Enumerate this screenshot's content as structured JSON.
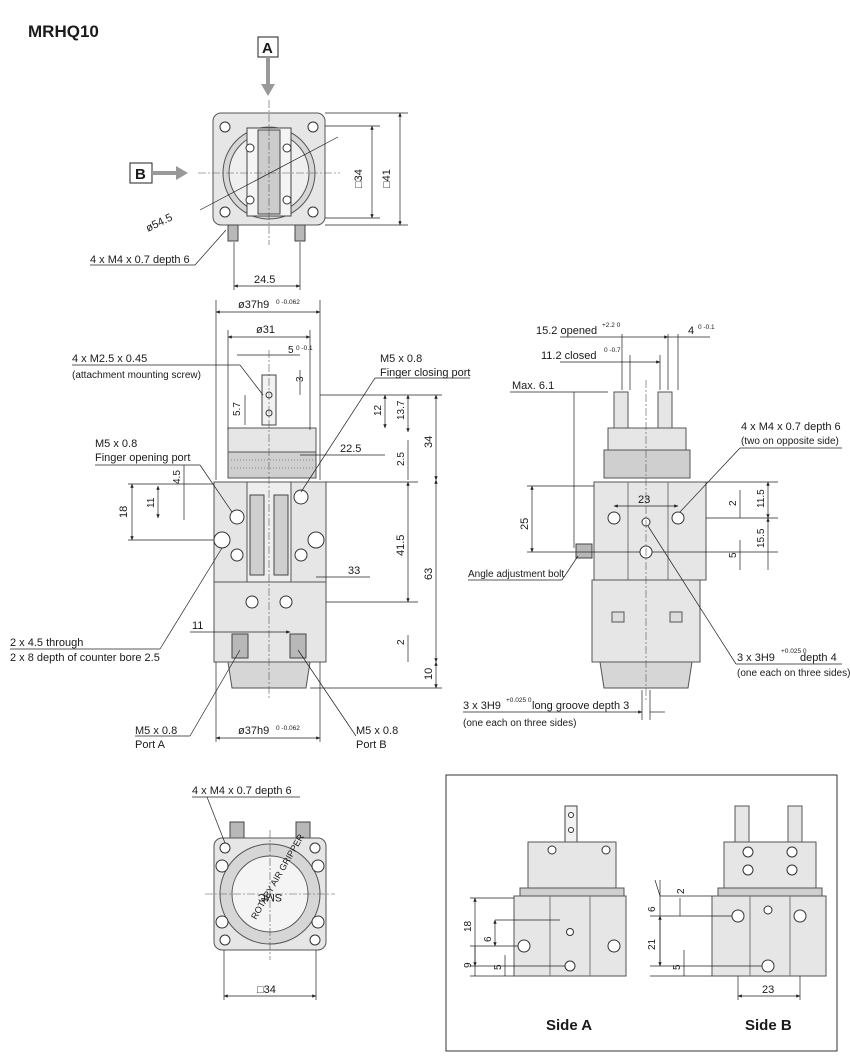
{
  "model": "MRHQ10",
  "view_markers": {
    "a": "A",
    "b": "B"
  },
  "top_view": {
    "dim_dia545": "ø54.5",
    "dim_sq34": "□34",
    "dim_sq41": "□41",
    "dim_245": "24.5",
    "callout_m4": "4 x M4 x 0.7 depth 6"
  },
  "front_view": {
    "dim_dia37_top": "ø37h9",
    "tol_dia37_top": "0 -0.062",
    "dim_31": "ø31",
    "dim_5": "5",
    "tol_5": "0 -0.1",
    "callout_m25": "4 x M2.5 x 0.45",
    "callout_m25_sub": "(attachment mounting screw)",
    "dim_57": "5.7",
    "dim_3": "3",
    "dim_12": "12",
    "dim_137": "13.7",
    "callout_m5_closing": "M5 x 0.8",
    "callout_m5_closing_sub": "Finger closing port",
    "dim_34": "34",
    "dim_225": "22.5",
    "dim_25": "2.5",
    "callout_m5_opening": "M5 x 0.8",
    "callout_m5_opening_sub": "Finger opening port",
    "dim_45": "4.5",
    "dim_11": "11",
    "dim_18": "18",
    "dim_415": "41.5",
    "dim_63": "63",
    "dim_33": "33",
    "callout_through": "2 x 4.5  through",
    "callout_through_sub": "2 x 8 depth of counter bore 2.5",
    "dim_11b": "11",
    "dim_2": "2",
    "dim_10": "10",
    "callout_port_a": "M5 x 0.8",
    "callout_port_a_sub": "Port A",
    "dim_dia37_bot": "ø37h9",
    "tol_dia37_bot": "0 -0.062",
    "callout_port_b": "M5 x 0.8",
    "callout_port_b_sub": "Port B"
  },
  "side_view": {
    "dim_152": "15.2 opened",
    "tol_152": "+2.2 0",
    "dim_4": "4",
    "tol_4": "0 -0.1",
    "dim_112": "11.2 closed",
    "tol_112": "0 -0.7",
    "dim_max61": "Max. 6.1",
    "callout_m4": "4 x M4 x 0.7 depth 6",
    "callout_m4_sub": "(two on opposite side)",
    "dim_23": "23",
    "dim_2": "2",
    "dim_115": "11.5",
    "dim_25": "25",
    "dim_155": "15.5",
    "dim_5": "5",
    "callout_bolt": "Angle adjustment bolt",
    "callout_3h9": "3 x 3H9",
    "tol_3h9": "+0.025 0",
    "callout_3h9_tail": "depth 4",
    "callout_3h9_sub": "(one each on three sides)",
    "callout_groove": "3 x 3H9",
    "tol_groove": "+0.025 0",
    "callout_groove_tail": "long groove depth 3",
    "callout_groove_sub": "(one each on three sides)"
  },
  "bottom_view": {
    "callout_m4": "4 x M4 x 0.7 depth 6",
    "dim_sq34": "□34",
    "label_smc": "SMC",
    "label_rotary": "ROTARY AIR GRIPPER"
  },
  "inset": {
    "side_a_label": "Side A",
    "side_b_label": "Side B",
    "a_dim_18": "18",
    "a_dim_6": "6",
    "a_dim_9": "9",
    "a_dim_5": "5",
    "b_dim_2": "2",
    "b_dim_6": "6",
    "b_dim_21": "21",
    "b_dim_5": "5",
    "b_dim_23": "23"
  }
}
